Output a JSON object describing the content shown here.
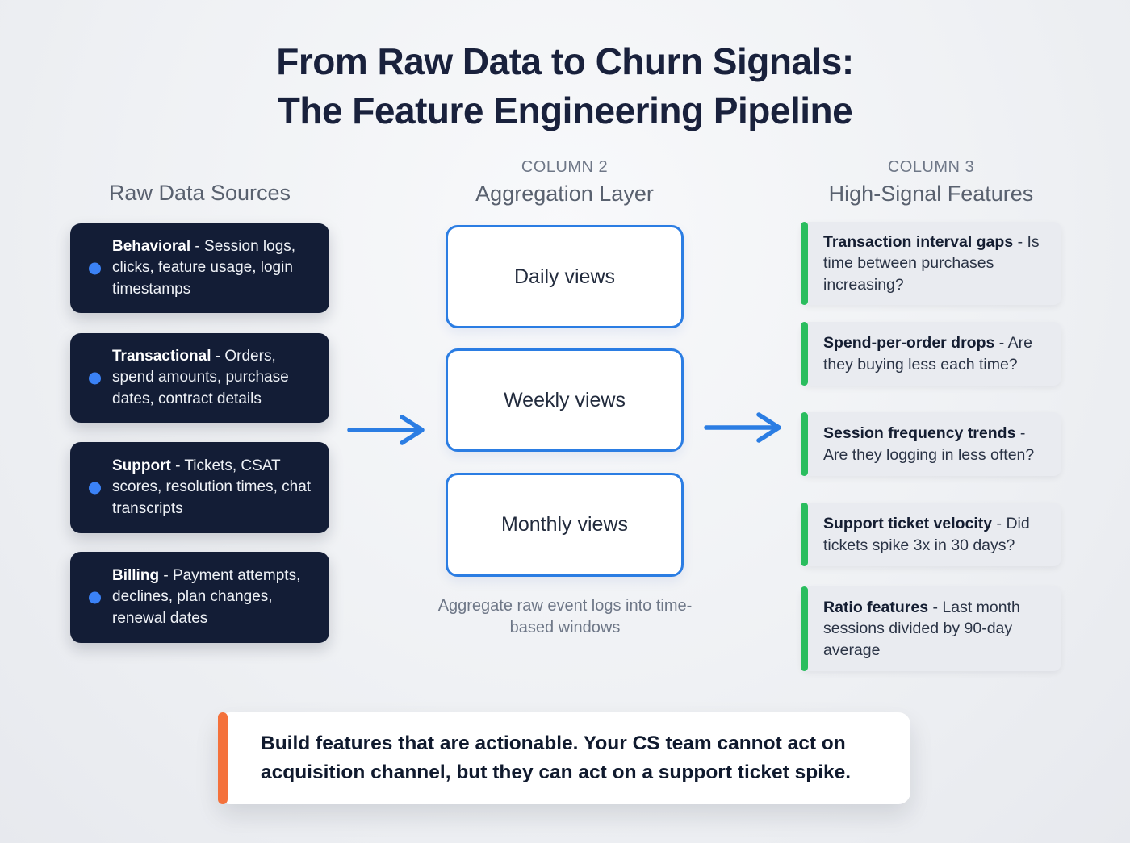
{
  "title": {
    "line1": "From Raw Data to Churn Signals:",
    "line2": "The Feature Engineering Pipeline"
  },
  "raw_sources": {
    "header": "Raw Data Sources",
    "cards": [
      {
        "label": "Behavioral",
        "desc": " - Session logs, clicks, feature usage, login timestamps"
      },
      {
        "label": "Transactional",
        "desc": " - Orders, spend amounts, purchase dates, contract details"
      },
      {
        "label": "Support",
        "desc": " - Tickets, CSAT scores, resolution times, chat transcripts"
      },
      {
        "label": "Billing",
        "desc": " - Payment attempts, declines, plan changes, renewal dates"
      }
    ]
  },
  "aggregation": {
    "eyebrow": "COLUMN 2",
    "header": "Aggregation Layer",
    "boxes": [
      {
        "label": "Daily views"
      },
      {
        "label": "Weekly views"
      },
      {
        "label": "Monthly views"
      }
    ],
    "caption": "Aggregate raw event logs into time-based windows"
  },
  "features": {
    "eyebrow": "COLUMN 3",
    "header": "High-Signal Features",
    "cards": [
      {
        "label": "Transaction interval gaps",
        "desc": " - Is time between purchases increasing?"
      },
      {
        "label": "Spend-per-order drops",
        "desc": " - Are they buying less each time?"
      },
      {
        "label": "Session frequency trends",
        "desc": " - Are they logging in less often?"
      },
      {
        "label": "Support ticket velocity",
        "desc": " - Did tickets spike 3x in 30 days?"
      },
      {
        "label": "Ratio features",
        "desc": " - Last month sessions divided by 90-day average"
      }
    ]
  },
  "footer": {
    "text": "Build features that are actionable. Your CS team cannot act on acquisition channel, but they can act on a support ticket spike."
  },
  "colors": {
    "background": "#eef0f4",
    "title_text": "#19213c",
    "dark_card_bg": "#131d36",
    "accent_blue": "#2b7de3",
    "dot_blue": "#3b82f6",
    "accent_green": "#2abd5e",
    "accent_orange": "#f4713b",
    "feature_card_bg": "#e9ebf0"
  }
}
